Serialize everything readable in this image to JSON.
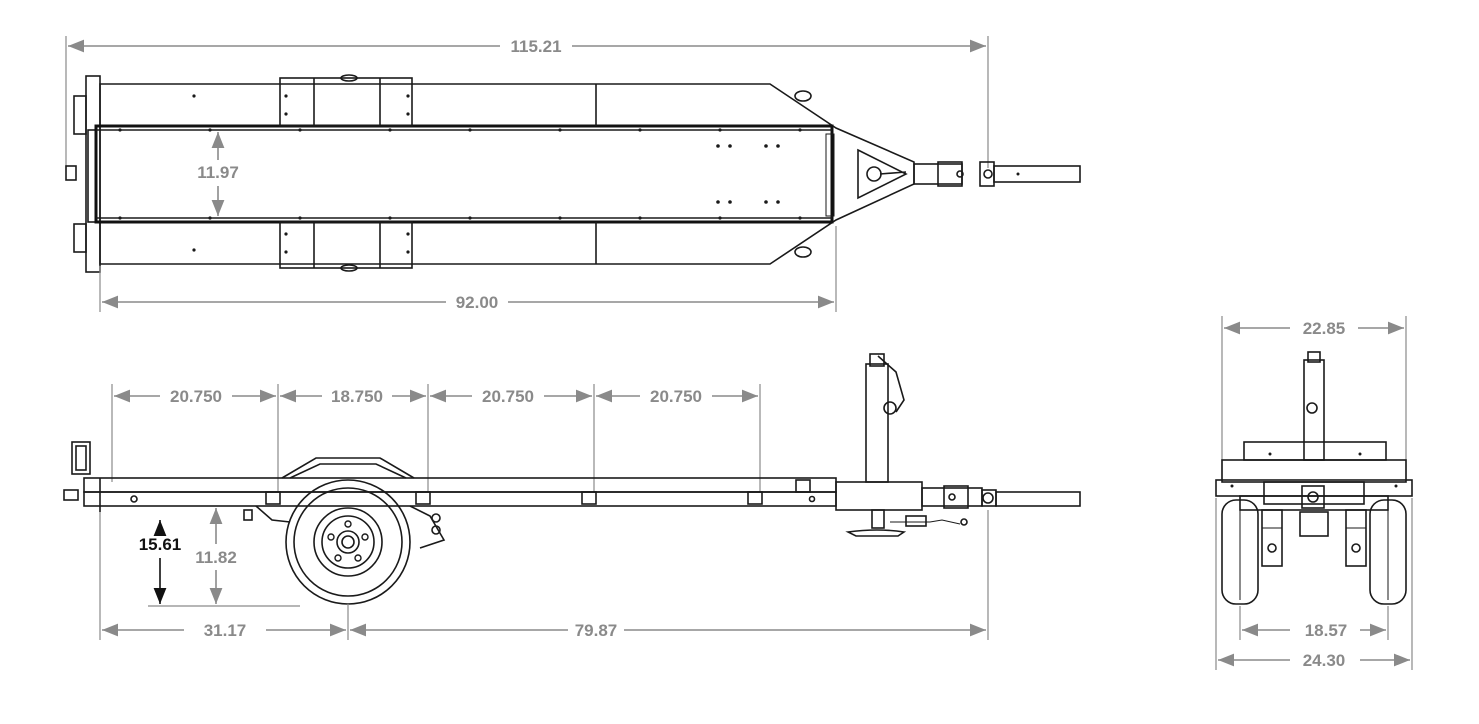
{
  "top_view": {
    "overall_length": "115.21",
    "deck_length": "92.00",
    "deck_width": "11.97"
  },
  "side_view": {
    "spacing_1": "20.750",
    "spacing_2": "18.750",
    "spacing_3": "20.750",
    "spacing_4": "20.750",
    "ground_to_axle": "15.61",
    "ground_to_frame": "11.82",
    "rear_to_axle": "31.17",
    "axle_to_front": "79.87"
  },
  "front_view": {
    "overall_width_top": "22.85",
    "track_width": "18.57",
    "overall_width": "24.30"
  },
  "colors": {
    "dimension": "#8a8a8a",
    "outline": "#1a1a1a",
    "highlight_label": "#111111"
  }
}
